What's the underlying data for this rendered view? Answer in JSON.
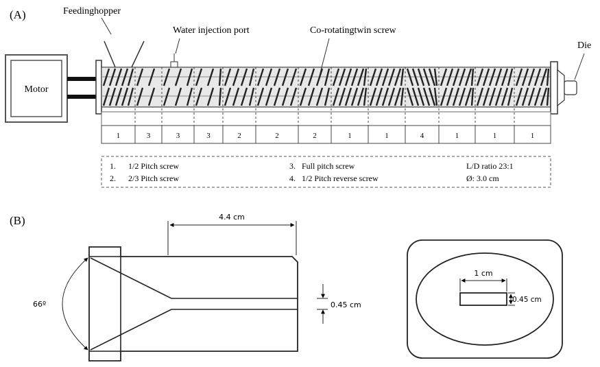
{
  "panel_a": {
    "label": "(A)",
    "callouts": {
      "feeding_hopper": "Feedinghopper",
      "water_port": "Water injection port",
      "twin_screw": "Co-rotatingtwin screw",
      "die": "Die"
    },
    "motor": "Motor",
    "segments": [
      "1",
      "3",
      "3",
      "3",
      "2",
      "2",
      "2",
      "1",
      "1",
      "4",
      "1",
      "1",
      "1"
    ],
    "legend": {
      "item1": "1.      1/2 Pitch screw",
      "item2": "2.      2/3 Pitch screw",
      "item3": "3.   Full pitch screw",
      "item4": "4.   1/2 Pitch reverse screw",
      "ld": "L/D ratio 23:1",
      "dia": "Ø: 3.0 cm"
    }
  },
  "panel_b": {
    "label": "(B)",
    "length": "4.4 cm",
    "angle": "66º",
    "gap": "0.45 cm",
    "slot_width": "1 cm",
    "slot_height": "0.45 cm"
  }
}
